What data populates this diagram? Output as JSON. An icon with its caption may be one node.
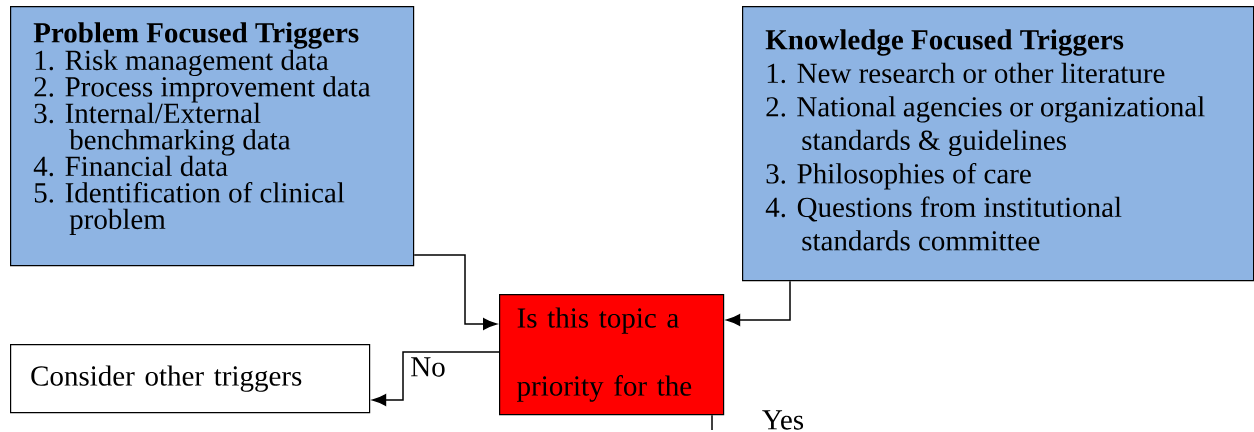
{
  "diagram": {
    "nodes": [
      {
        "text": [
          "Problem Focused Triggers",
          "1. Risk management data",
          "2. Process improvement data",
          "3. Internal/External benchmarking data",
          "4. Financial data",
          "5. Identification of clinical problem"
        ]
      },
      {
        "text": [
          "Knowledge Focused Triggers",
          "1. New research or other literature",
          "2. National agencies or organizational standards & guidelines",
          "3. Philosophies of care",
          "4. Questions from institutional standards committee"
        ]
      },
      {
        "text": [
          "Is this topic a priority for the"
        ]
      },
      {
        "text": [
          "Consider other triggers"
        ]
      }
    ],
    "edges": [
      {
        "from": 0,
        "to": 2,
        "arrow": "to"
      },
      {
        "from": 1,
        "to": 2,
        "arrow": "to"
      },
      {
        "from": 2,
        "to": 3,
        "arrow": "to",
        "label": "No"
      },
      {
        "from": 2,
        "to": null,
        "arrow": "none",
        "label": "Yes"
      }
    ]
  }
}
